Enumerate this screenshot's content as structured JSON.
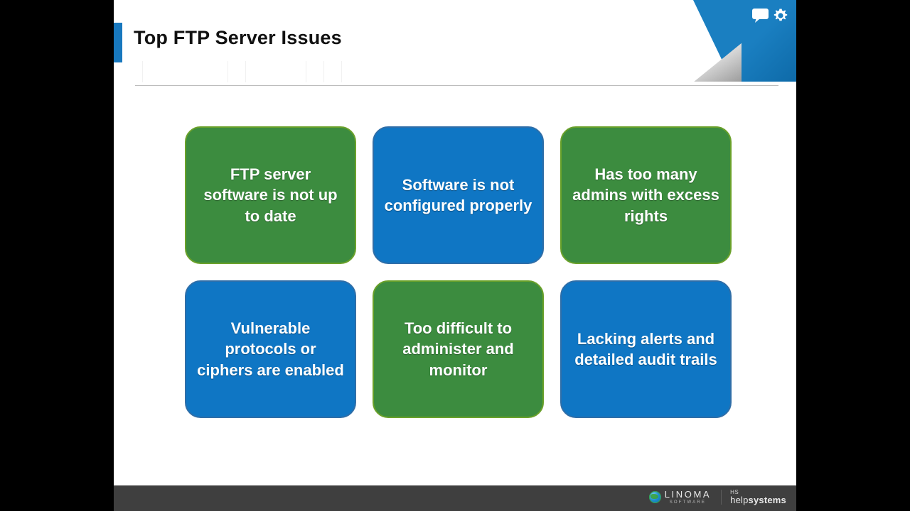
{
  "slide": {
    "title": "Top FTP Server Issues",
    "boxes": [
      {
        "label": "FTP server software is not up to date",
        "color": "#3c8c3f",
        "style": "green"
      },
      {
        "label": "Software is not configured properly",
        "color": "#0f76c4",
        "style": "blue"
      },
      {
        "label": "Has too many admins with excess rights",
        "color": "#3c8c3f",
        "style": "green"
      },
      {
        "label": "Vulnerable protocols or ciphers are enabled",
        "color": "#0f76c4",
        "style": "blue"
      },
      {
        "label": "Too difficult to administer and monitor",
        "color": "#3c8c3f",
        "style": "green"
      },
      {
        "label": "Lacking alerts and detailed audit trails",
        "color": "#0f76c4",
        "style": "blue"
      }
    ]
  },
  "corner": {
    "accent_color": "#1a7fc1",
    "icons": [
      "chat-icon",
      "gear-icon"
    ]
  },
  "footer": {
    "background": "#3f3f3f",
    "linoma": {
      "name": "LINOMA",
      "subtitle": "SOFTWARE",
      "icon": "globe-icon"
    },
    "helpsystems": {
      "mark": "HS",
      "name_light": "help",
      "name_bold": "systems"
    }
  }
}
